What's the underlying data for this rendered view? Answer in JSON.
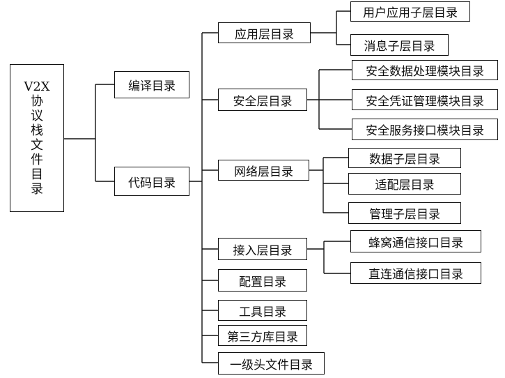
{
  "root": {
    "label_lines": [
      "V2X",
      "协",
      "议",
      "栈",
      "文",
      "件",
      "目",
      "录"
    ]
  },
  "level1": {
    "compile": "编译目录",
    "code": "代码目录"
  },
  "code_children": {
    "app_layer": "应用层目录",
    "security_layer": "安全层目录",
    "network_layer": "网络层目录",
    "access_layer": "接入层目录",
    "config": "配置目录",
    "tools": "工具目录",
    "third_party": "第三方库目录",
    "headers": "一级头文件目录"
  },
  "app_layer_children": [
    "用户应用子层目录",
    "消息子层目录"
  ],
  "security_layer_children": [
    "安全数据处理模块目录",
    "安全凭证管理模块目录",
    "安全服务接口模块目录"
  ],
  "network_layer_children": [
    "数据子层目录",
    "适配层目录",
    "管理子层目录"
  ],
  "access_layer_children": [
    "蜂窝通信接口目录",
    "直连通信接口目录"
  ]
}
